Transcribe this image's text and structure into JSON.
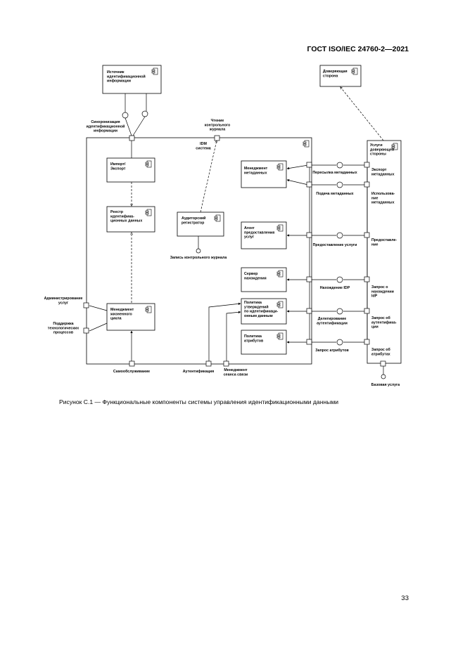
{
  "header": {
    "doc_code": "ГОСТ ISO/IEC 24760-2—2021"
  },
  "caption": "Рисунок С.1 — Функциональные компоненты системы управления идентификационными данными",
  "page_number": "33",
  "diagram": {
    "system_label": [
      "IDM",
      "система"
    ],
    "components": {
      "source": [
        "Источник",
        "идентификационной",
        "информации"
      ],
      "dependent": [
        "Доверяющая",
        "сторона"
      ],
      "import_export": [
        "Импорт/",
        "Экспорт"
      ],
      "registry": [
        "Реестр",
        "идентифика-",
        "ционных данных"
      ],
      "audit": [
        "Аудиторский",
        "регистратор"
      ],
      "lifecycle": [
        "Менеджмент",
        "жизненного",
        "цикла"
      ],
      "metadata_mgmt": [
        "Менеджмент",
        "метаданных"
      ],
      "agent": [
        "Агент",
        "предоставления",
        "услуг"
      ],
      "discovery": [
        "Сервер",
        "нахождения"
      ],
      "policy": [
        "Политика",
        "утверждений",
        "по идентификаци-",
        "онным данным"
      ],
      "attr_policy": [
        "Политика",
        "атрибутов"
      ],
      "relying": [
        "Услуги",
        "доверяющей",
        "стороны"
      ]
    },
    "labels": {
      "sync": [
        "Синхронизация",
        "идентификационной",
        "информации"
      ],
      "audit_read": [
        "Чтение",
        "контрольного",
        "журнала"
      ],
      "audit_write": "Запись контрольного журнала",
      "admin": [
        "Администрирование",
        "услуг"
      ],
      "tech_support": [
        "Поддержка",
        "технологических",
        "процессов"
      ],
      "self_service": "Самообслуживание",
      "authentication": "Аутентификация",
      "session": [
        "Менеджмент",
        "сеанса связи"
      ],
      "meta_request": "Пересылка метаданных",
      "meta_submit": "Подача метаданных",
      "provision": "Предоставление услуги",
      "idp_discovery": "Нахождение IDP",
      "auth_delegation": [
        "Делегирование",
        "аутентификации"
      ],
      "attr_request": "Запрос атрибутов",
      "base_service": "Базовая услуга",
      "r_export": [
        "Экспорт",
        "метаданных"
      ],
      "r_use": [
        "Использова-",
        "ние",
        "метаданных"
      ],
      "r_provision": [
        "Предоставле-",
        "ние"
      ],
      "r_idp_query": [
        "Запрос о",
        "нахождении",
        "IdP"
      ],
      "r_auth_query": [
        "Запрос об",
        "аутентифика-",
        "ции"
      ],
      "r_attr_query": [
        "Запрос об",
        "атрибутах"
      ]
    }
  }
}
